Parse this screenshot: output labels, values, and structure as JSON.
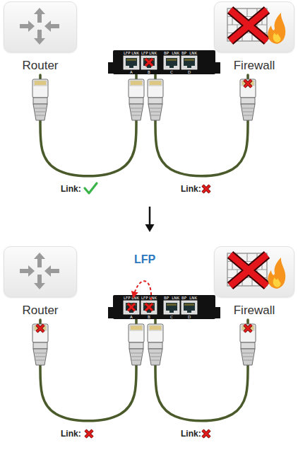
{
  "diagram": {
    "nodes": [
      {
        "text": [
          "Router"
        ]
      },
      {
        "text": [
          "LFP",
          "LNK",
          "LFP",
          "LNK",
          "BP",
          "LNK",
          "BP",
          "LNK",
          "A",
          "B",
          "C",
          "D"
        ]
      },
      {
        "text": [
          "Firewall"
        ]
      },
      {
        "text": [
          "Router"
        ]
      },
      {
        "text": [
          "LFP",
          "LNK",
          "LFP",
          "LNK",
          "BP",
          "LNK",
          "BP",
          "LNK",
          "A",
          "B",
          "C",
          "D"
        ]
      },
      {
        "text": [
          "Firewall"
        ]
      }
    ],
    "edges": [
      {
        "from": 0,
        "to": 1,
        "label": "Link:",
        "arrow": "none"
      },
      {
        "from": 1,
        "to": 2,
        "label": "Link:",
        "arrow": "none"
      },
      {
        "from": 3,
        "to": 4,
        "label": "Link:",
        "arrow": "none"
      },
      {
        "from": 4,
        "to": 5,
        "label": "Link:",
        "arrow": "none"
      }
    ],
    "labels": [
      "LFP"
    ]
  }
}
